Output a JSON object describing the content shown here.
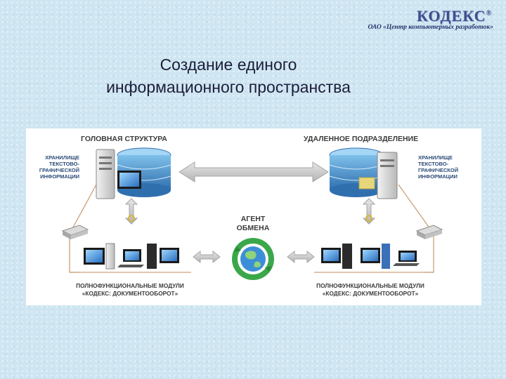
{
  "header": {
    "logo_text": "КОДЕКС",
    "logo_mark": "®",
    "company": "ОАО «Центр компьютерных разработок»"
  },
  "slide": {
    "title_line1": "Создание единого",
    "title_line2": "информационного пространства"
  },
  "diagram": {
    "head_label": "ГОЛОВНАЯ СТРУКТУРА",
    "remote_label": "УДАЛЕННОЕ ПОДРАЗДЕЛЕНИЕ",
    "storage_left": [
      "ХРАНИЛИЩЕ",
      "ТЕКСТОВО-",
      "ГРАФИЧЕСКОЙ",
      "ИНФОРМАЦИИ"
    ],
    "storage_right": [
      "ХРАНИЛИЩЕ",
      "ТЕКСТОВО-",
      "ГРАФИЧЕСКОЙ",
      "ИНФОРМАЦИИ"
    ],
    "agent": [
      "АГЕНТ",
      "ОБМЕНА"
    ],
    "modules_left": [
      "ПОЛНОФУНКЦИОНАЛЬНЫЕ МОДУЛИ",
      "«КОДЕКС: ДОКУМЕНТООБОРОТ»"
    ],
    "modules_right": [
      "ПОЛНОФУНКЦИОНАЛЬНЫЕ МОДУЛИ",
      "«КОДЕКС: ДОКУМЕНТООБОРОТ»"
    ]
  },
  "colors": {
    "background": "#cfe6f2",
    "arrow": "#c9c9c9",
    "line": "#c9a27a",
    "disk": "#4a90c8",
    "agent_green": "#3aa84a"
  }
}
